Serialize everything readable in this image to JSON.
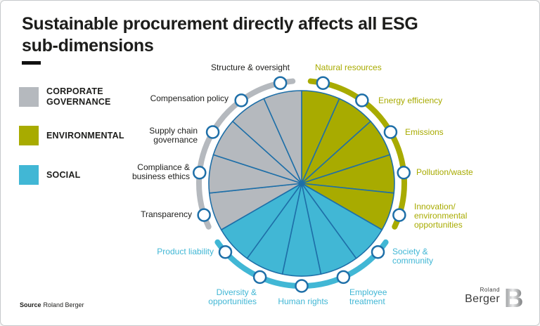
{
  "slide": {
    "title_lines": [
      "Sustainable procurement directly affects all ESG",
      "sub-dimensions"
    ],
    "source_label": "Source",
    "source_value": "Roland Berger"
  },
  "legend": {
    "items": [
      {
        "key": "governance",
        "label_lines": [
          "CORPORATE",
          "GOVERNANCE"
        ],
        "color": "#b5b9be"
      },
      {
        "key": "environmental",
        "label_lines": [
          "ENVIRONMENTAL"
        ],
        "color": "#a8ab00"
      },
      {
        "key": "social",
        "label_lines": [
          "SOCIAL"
        ],
        "color": "#41b7d5"
      }
    ]
  },
  "chart_data": {
    "type": "pie",
    "title": "ESG sub-dimensions wheel",
    "legend_position": "left",
    "outline_color": "#1e6fa8",
    "marker": {
      "fill": "#ffffff",
      "stroke": "#1e6fa8"
    },
    "sections": [
      {
        "key": "environmental",
        "name": "ENVIRONMENTAL",
        "color": "#a8ab00",
        "label_color": "#a8ab00"
      },
      {
        "key": "social",
        "name": "SOCIAL",
        "color": "#41b7d5",
        "label_color": "#41b7d5"
      },
      {
        "key": "governance",
        "name": "CORPORATE GOVERNANCE",
        "color": "#b5b9be",
        "label_color": "#1d1d1b"
      }
    ],
    "segments": [
      {
        "section": "environmental",
        "value": 1,
        "label_lines": [
          "Natural resources"
        ]
      },
      {
        "section": "environmental",
        "value": 1,
        "label_lines": [
          "Energy efficiency"
        ]
      },
      {
        "section": "environmental",
        "value": 1,
        "label_lines": [
          "Emissions"
        ]
      },
      {
        "section": "environmental",
        "value": 1,
        "label_lines": [
          "Pollution/waste"
        ]
      },
      {
        "section": "environmental",
        "value": 1,
        "label_lines": [
          "Innovation/",
          "environmental",
          "opportunities"
        ]
      },
      {
        "section": "social",
        "value": 1,
        "label_lines": [
          "Society &",
          "community"
        ]
      },
      {
        "section": "social",
        "value": 1,
        "label_lines": [
          "Employee",
          "treatment"
        ]
      },
      {
        "section": "social",
        "value": 1,
        "label_lines": [
          "Human rights"
        ]
      },
      {
        "section": "social",
        "value": 1,
        "label_lines": [
          "Diversity &",
          "opportunities"
        ]
      },
      {
        "section": "social",
        "value": 1,
        "label_lines": [
          "Product liability"
        ]
      },
      {
        "section": "governance",
        "value": 1,
        "label_lines": [
          "Transparency"
        ]
      },
      {
        "section": "governance",
        "value": 1,
        "label_lines": [
          "Compliance &",
          "business ethics"
        ]
      },
      {
        "section": "governance",
        "value": 1,
        "label_lines": [
          "Supply chain",
          "governance"
        ]
      },
      {
        "section": "governance",
        "value": 1,
        "label_lines": [
          "Compensation policy"
        ]
      },
      {
        "section": "governance",
        "value": 1,
        "label_lines": [
          "Structure & oversight"
        ]
      }
    ]
  },
  "logo": {
    "line1": "Roland",
    "line2": "Berger",
    "mark": "B"
  }
}
